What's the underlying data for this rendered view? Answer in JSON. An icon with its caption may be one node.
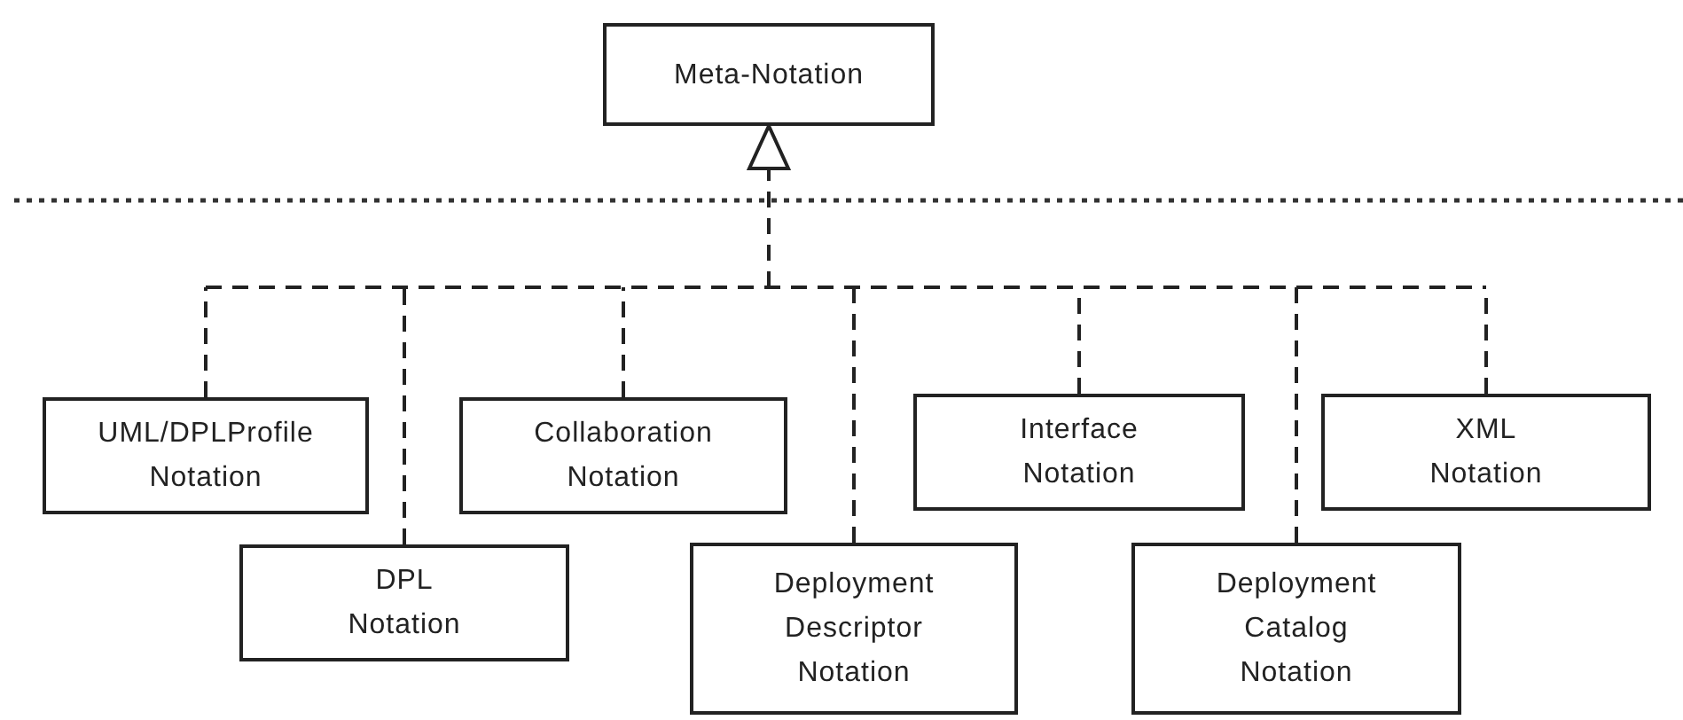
{
  "diagram": {
    "nodes": [
      {
        "text": [
          "Meta-Notation"
        ]
      },
      {
        "text": [
          "UML/DPLProfile Notation"
        ]
      },
      {
        "text": [
          "DPL Notation"
        ]
      },
      {
        "text": [
          "Collaboration Notation"
        ]
      },
      {
        "text": [
          "Deployment Descriptor Notation"
        ]
      },
      {
        "text": [
          "Interface Notation"
        ]
      },
      {
        "text": [
          "Deployment Catalog Notation"
        ]
      },
      {
        "text": [
          "XML Notation"
        ]
      }
    ],
    "edges": [
      {
        "from": 1,
        "to": 0,
        "arrow": "to",
        "style": "dashed"
      },
      {
        "from": 2,
        "to": 0,
        "arrow": "to",
        "style": "dashed"
      },
      {
        "from": 3,
        "to": 0,
        "arrow": "to",
        "style": "dashed"
      },
      {
        "from": 4,
        "to": 0,
        "arrow": "to",
        "style": "dashed"
      },
      {
        "from": 5,
        "to": 0,
        "arrow": "to",
        "style": "dashed"
      },
      {
        "from": 6,
        "to": 0,
        "arrow": "to",
        "style": "dashed"
      },
      {
        "from": 7,
        "to": 0,
        "arrow": "to",
        "style": "dashed"
      }
    ]
  }
}
